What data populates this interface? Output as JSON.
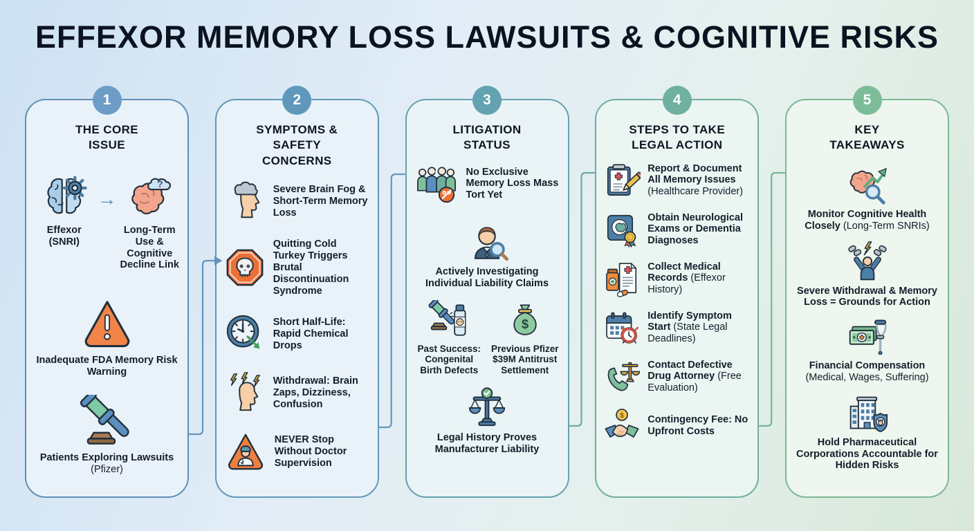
{
  "title": "EFFEXOR MEMORY LOSS LAWSUITS & COGNITIVE RISKS",
  "colors": {
    "background_left": "#cde1f2",
    "background_right": "#d8e8da",
    "card1_accent": "#6d9dc6",
    "card2_accent": "#5f98ba",
    "card3_accent": "#63a2b0",
    "card4_accent": "#6fb0a0",
    "card5_accent": "#7dbc98",
    "warning_orange": "#ee7f3f",
    "text": "#141e2a"
  },
  "cards": [
    {
      "number": "1",
      "title": "THE CORE ISSUE",
      "core": {
        "left": {
          "icon": "brain-gear-icon",
          "label": "Effexor (SNRI)"
        },
        "arrow": "→",
        "right": {
          "icon": "brain-question-icon",
          "label": "Long-Term Use & Cognitive Decline Link"
        }
      },
      "items": [
        {
          "icon": "warning-triangle-icon",
          "bold": "Inadequate FDA Memory Risk Warning",
          "normal": ""
        },
        {
          "icon": "gavel-icon",
          "bold": "Patients Exploring Lawsuits",
          "normal": "(Pfizer)"
        }
      ]
    },
    {
      "number": "2",
      "title": "SYMPTOMS & SAFETY CONCERNS",
      "items": [
        {
          "icon": "brain-fog-head-icon",
          "bold": "Severe Brain Fog & Short-Term Memory Loss",
          "normal": ""
        },
        {
          "icon": "skull-stop-sign-icon",
          "bold": "Quitting Cold Turkey Triggers Brutal Discontinuation Syndrome",
          "normal": ""
        },
        {
          "icon": "clock-drop-icon",
          "bold": "Short Half-Life: Rapid Chemical Drops",
          "normal": ""
        },
        {
          "icon": "brain-zaps-head-icon",
          "bold": "Withdrawal: Brain Zaps, Dizziness, Confusion",
          "normal": ""
        },
        {
          "icon": "doctor-warning-icon",
          "bold": "NEVER Stop Without Doctor Supervision",
          "normal": ""
        }
      ]
    },
    {
      "number": "3",
      "title": "LITIGATION STATUS",
      "items": [
        {
          "icon": "no-mass-tort-crowd-icon",
          "bold": "No Exclusive Memory Loss Mass Tort Yet",
          "normal": ""
        },
        {
          "icon": "investigator-magnifier-icon",
          "bold": "Actively Investigating Individual Liability Claims",
          "normal": ""
        },
        {
          "icon": "gavel-bottle-icon",
          "bold": "Past Success: Congenital Birth Defects",
          "normal": ""
        },
        {
          "icon": "money-bag-icon",
          "bold": "Previous Pfizer $39M Antitrust Settlement",
          "normal": ""
        },
        {
          "icon": "scales-check-icon",
          "bold": "Legal History Proves Manufacturer Liability",
          "normal": ""
        }
      ]
    },
    {
      "number": "4",
      "title": "STEPS TO TAKE LEGAL ACTION",
      "items": [
        {
          "icon": "clipboard-pencil-icon",
          "bold": "Report & Document All Memory Issues",
          "normal": "(Healthcare Provider)"
        },
        {
          "icon": "brain-exam-medal-icon",
          "bold": "Obtain Neurological Exams or Dementia Diagnoses",
          "normal": ""
        },
        {
          "icon": "medical-records-icon",
          "bold": "Collect Medical Records",
          "normal": "(Effexor History)"
        },
        {
          "icon": "calendar-alarm-icon",
          "bold": "Identify Symptom Start",
          "normal": "(State Legal Deadlines)"
        },
        {
          "icon": "phone-scales-icon",
          "bold": "Contact Defective Drug Attorney",
          "normal": "(Free Evaluation)"
        },
        {
          "icon": "handshake-coin-icon",
          "bold": "Contingency Fee: No Upfront Costs",
          "normal": ""
        }
      ]
    },
    {
      "number": "5",
      "title": "KEY TAKEAWAYS",
      "items": [
        {
          "icon": "brain-trend-magnifier-icon",
          "bold": "Monitor Cognitive Health Closely",
          "normal": "(Long-Term SNRIs)"
        },
        {
          "icon": "broken-chains-person-icon",
          "bold": "Severe Withdrawal & Memory Loss = Grounds for Action",
          "normal": ""
        },
        {
          "icon": "cash-crutch-icon",
          "bold": "Financial Compensation",
          "normal": "(Medical, Wages, Suffering)"
        },
        {
          "icon": "building-shield-fist-icon",
          "bold": "Hold Pharmaceutical Corporations Accountable for Hidden Risks",
          "normal": ""
        }
      ]
    }
  ]
}
